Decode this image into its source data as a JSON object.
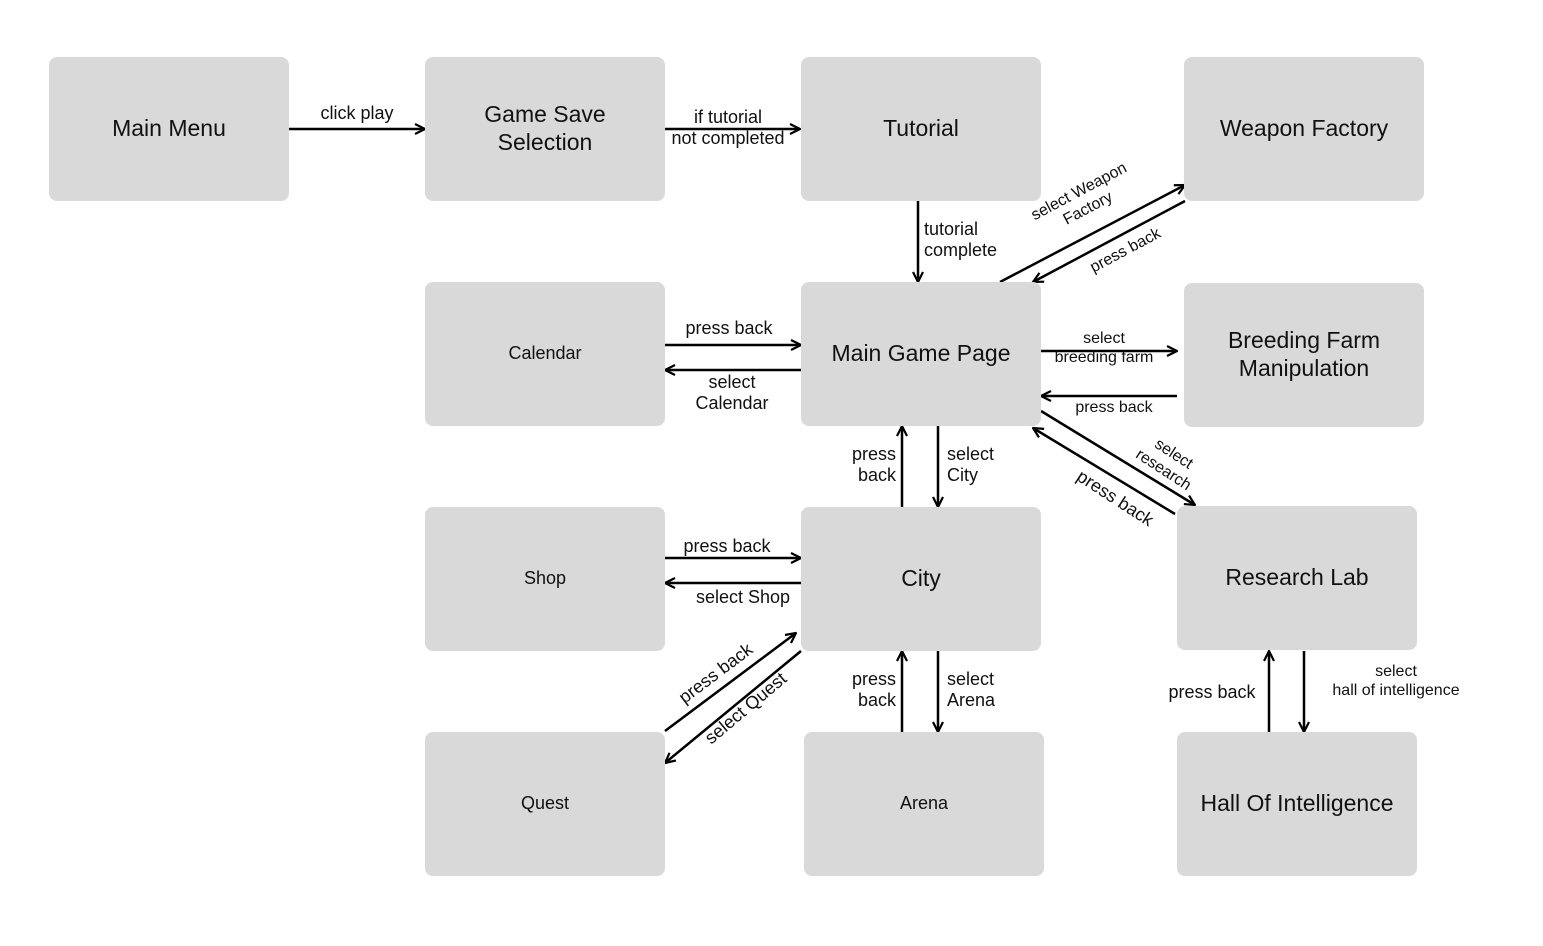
{
  "colors": {
    "node_fill": "#d9d9d9",
    "ink": "#000000",
    "background": "#ffffff"
  },
  "nodes": {
    "main_menu": "Main Menu",
    "game_save_selection": "Game Save\nSelection",
    "tutorial": "Tutorial",
    "weapon_factory": "Weapon Factory",
    "calendar": "Calendar",
    "main_game_page": "Main Game Page",
    "breeding_farm": "Breeding Farm\nManipulation",
    "shop": "Shop",
    "city": "City",
    "research_lab": "Research Lab",
    "quest": "Quest",
    "arena": "Arena",
    "hall_of_intelligence": "Hall Of Intelligence"
  },
  "edges": {
    "click_play": "click play",
    "if_tutorial": "if tutorial\nnot completed",
    "tutorial_complete": "tutorial\ncomplete",
    "select_weapon_factory": "select Weapon\nFactory",
    "weapon_press_back": "press back",
    "calendar_press_back": "press back",
    "select_calendar": "select\nCalendar",
    "select_breeding_farm": "select\nbreeding farm",
    "breeding_press_back": "press back",
    "select_research": "select\nresearch",
    "research_press_back": "press back",
    "city_press_back": "press\nback",
    "select_city": "select\nCity",
    "shop_press_back": "press back",
    "select_shop": "select Shop",
    "quest_press_back": "press back",
    "select_quest": "select Quest",
    "arena_press_back": "press\nback",
    "select_arena": "select\nArena",
    "hall_press_back": "press back",
    "select_hall": "select\nhall of intelligence"
  }
}
